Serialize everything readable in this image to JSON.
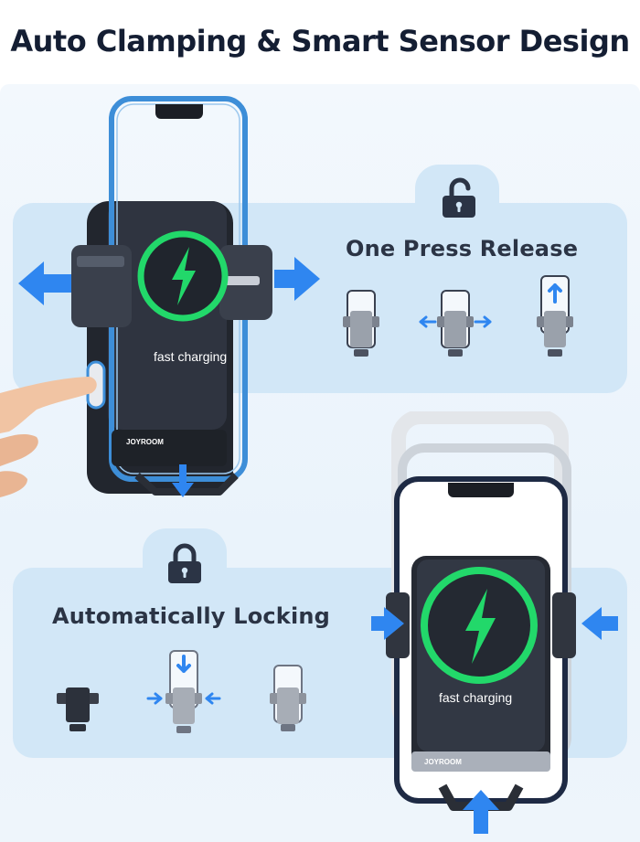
{
  "title": "Auto Clamping & Smart Sensor Design",
  "features": {
    "release_label": "One Press Release",
    "locking_label": "Automatically Locking"
  },
  "device": {
    "charge_text": "fast charging",
    "brand": "JOYROOM"
  },
  "icons": {
    "release": "unlocked-padlock-icon",
    "locking": "locked-padlock-icon"
  },
  "colors": {
    "accent_blue": "#2f86f0",
    "charge_ring": "#22d86a",
    "band": "#d2e7f7",
    "title": "#141e33"
  }
}
